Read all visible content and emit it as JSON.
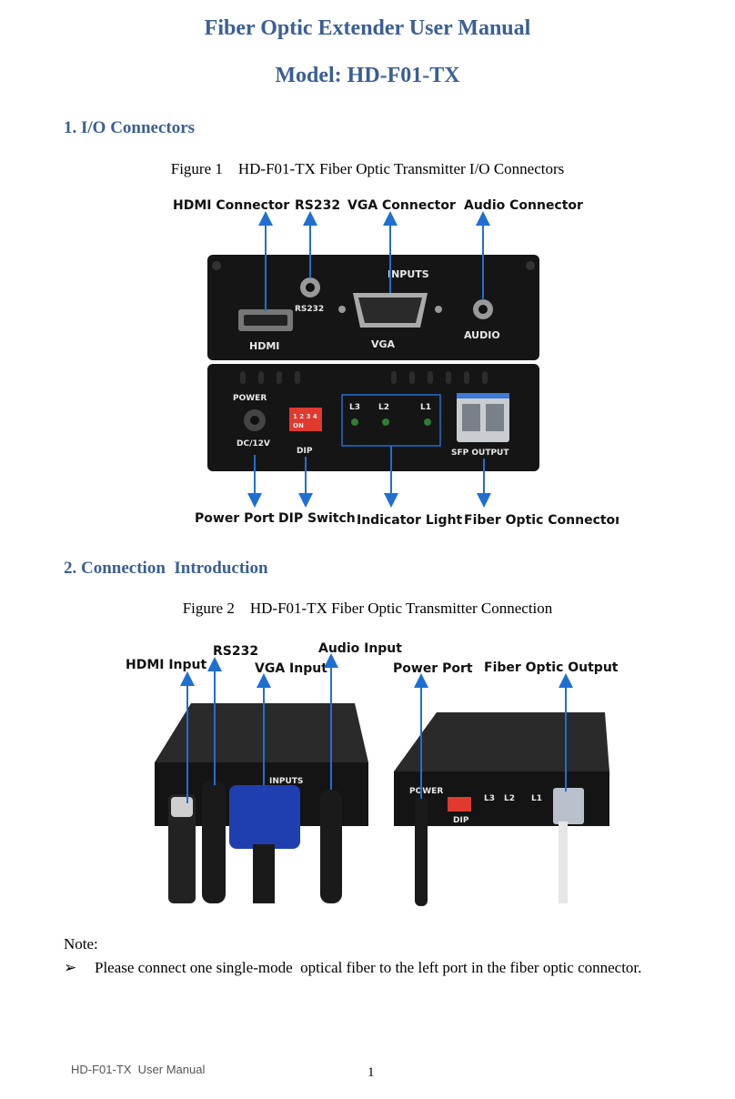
{
  "doc": {
    "title": "Fiber Optic Extender User Manual",
    "model": "Model: HD-F01-TX"
  },
  "section1": {
    "heading": "1. I/O Connectors",
    "figure_caption": "Figure 1    HD-F01-TX Fiber Optic Transmitter I/O Connectors",
    "callouts_top": [
      "HDMI Connector",
      "RS232",
      "VGA Connector",
      "Audio Connector"
    ],
    "callouts_bottom": [
      "Power Port",
      "DIP Switch",
      "Indicator Light",
      "Fiber Optic Connector"
    ],
    "panel_top": {
      "inputs": "INPUTS",
      "rs232": "RS232",
      "hdmi": "HDMI",
      "vga": "VGA",
      "audio": "AUDIO"
    },
    "panel_bottom": {
      "power": "POWER",
      "dc": "DC/12V",
      "dip": "DIP",
      "dip_marks": "1 2 3 4",
      "dip_on": "ON",
      "l3": "L3",
      "l2": "L2",
      "l1": "L1",
      "sfp": "SFP OUTPUT"
    }
  },
  "section2": {
    "heading": "2. Connection  Introduction",
    "figure_caption": "Figure 2    HD-F01-TX Fiber Optic Transmitter Connection",
    "callouts": [
      "HDMI Input",
      "RS232",
      "VGA Input",
      "Audio Input",
      "Power Port",
      "Fiber Optic Output"
    ],
    "device_labels": {
      "inputs": "INPUTS",
      "power": "POWER",
      "dip": "DIP",
      "l3": "L3",
      "l2": "L2",
      "l1": "L1"
    }
  },
  "note": {
    "label": "Note:",
    "bullet_symbol": "➢",
    "text": "Please connect one single-mode  optical fiber to the left port in the fiber optic connector."
  },
  "footer": {
    "left": "HD-F01-TX  User Manual",
    "page": "1"
  },
  "colors": {
    "heading": "#3a5f94",
    "arrow": "#1f6fd1",
    "panel": "#151515"
  }
}
